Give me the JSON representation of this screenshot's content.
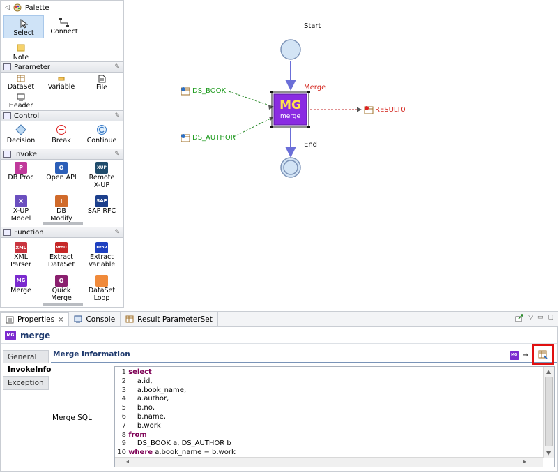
{
  "palette": {
    "title": "Palette",
    "tools": [
      {
        "label": "Select"
      },
      {
        "label": "Connect"
      },
      {
        "label": "Note"
      }
    ],
    "drawers": [
      {
        "label": "Parameter",
        "items": [
          {
            "label": "DataSet"
          },
          {
            "label": "Variable"
          },
          {
            "label": "File"
          },
          {
            "label": "Header"
          }
        ]
      },
      {
        "label": "Control",
        "items": [
          {
            "label": "Decision"
          },
          {
            "label": "Break"
          },
          {
            "label": "Continue"
          }
        ]
      },
      {
        "label": "Invoke",
        "items": [
          {
            "label": "DB Proc",
            "tile": "P",
            "color": "#c0399b"
          },
          {
            "label": "Open API",
            "tile": "O",
            "color": "#2c5fb8"
          },
          {
            "label": "Remote X-UP",
            "tile": "XUP",
            "color": "#1f4b6b"
          },
          {
            "label": "X-UP Model",
            "tile": "X",
            "color": "#6b4fbf"
          },
          {
            "label": "DB Modify",
            "tile": "i",
            "color": "#d06a2a"
          },
          {
            "label": "SAP RFC",
            "tile": "SAP",
            "color": "#1c3f8c"
          }
        ]
      },
      {
        "label": "Function",
        "items": [
          {
            "label": "XML Parser",
            "tile": "XML",
            "color": "#c9353f"
          },
          {
            "label": "Extract DataSet",
            "tile": "VtoD",
            "color": "#c62828"
          },
          {
            "label": "Extract Variable",
            "tile": "DtoV",
            "color": "#1e40c0"
          },
          {
            "label": "Merge",
            "tile": "MG",
            "color": "#7b2bcf"
          },
          {
            "label": "Quick Merge",
            "tile": "Q",
            "color": "#8a1f6e"
          },
          {
            "label": "DataSet Loop",
            "tile": "",
            "color": "#f08a3a"
          }
        ]
      }
    ]
  },
  "canvas": {
    "start_label": "Start",
    "end_label": "End",
    "merge_label": "Merge",
    "merge_node_title": "MG",
    "merge_node_sub": "merge",
    "inputs": [
      {
        "label": "DS_BOOK"
      },
      {
        "label": "DS_AUTHOR"
      }
    ],
    "output": {
      "label": "RESULT0"
    }
  },
  "bottom_tabs": [
    {
      "label": "Properties"
    },
    {
      "label": "Console"
    },
    {
      "label": "Result ParameterSet"
    }
  ],
  "properties": {
    "title": "merge",
    "vtabs": [
      {
        "label": "General"
      },
      {
        "label": "InvokeInfo"
      },
      {
        "label": "Exception"
      }
    ],
    "section_title": "Merge Information",
    "sql_label": "Merge SQL",
    "sql_lines": [
      {
        "n": "1",
        "kw": "select",
        "text": ""
      },
      {
        "n": "2",
        "kw": "",
        "text": "    a.id,"
      },
      {
        "n": "3",
        "kw": "",
        "text": "    a.book_name,"
      },
      {
        "n": "4",
        "kw": "",
        "text": "    a.author,"
      },
      {
        "n": "5",
        "kw": "",
        "text": "    b.no,"
      },
      {
        "n": "6",
        "kw": "",
        "text": "    b.name,"
      },
      {
        "n": "7",
        "kw": "",
        "text": "    b.work"
      },
      {
        "n": "8",
        "kw": "from",
        "text": ""
      },
      {
        "n": "9",
        "kw": "",
        "text": "    DS_BOOK a, DS_AUTHOR b"
      },
      {
        "n": "10",
        "kw": "where",
        "text": " a.book_name = b.work"
      }
    ]
  }
}
